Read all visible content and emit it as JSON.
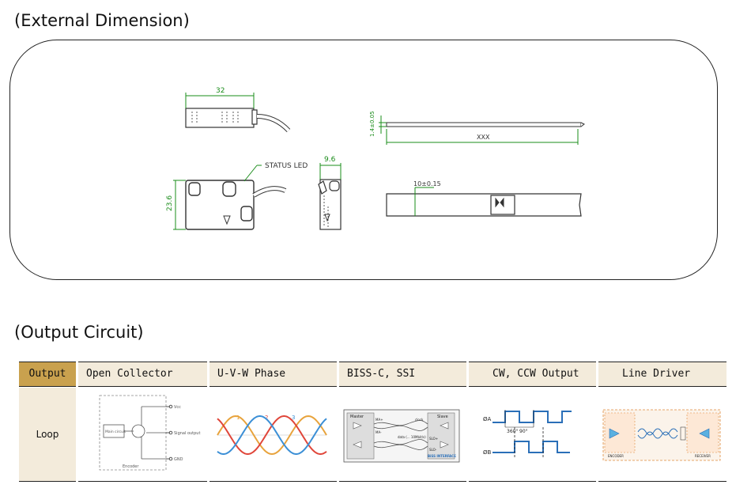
{
  "headings": {
    "external": "(External Dimension)",
    "output": "(Output Circuit)"
  },
  "drawing": {
    "dim_32": "32",
    "dim_23_6": "23.6",
    "dim_9_6": "9.6",
    "status_led": "STATUS LED",
    "dim_1_4": "1.4±0.05",
    "dim_xxx": "XXX",
    "dim_10": "10±0.15"
  },
  "table": {
    "header_first": "Output",
    "row_first": "Loop",
    "columns": [
      "Open Collector",
      "U-V-W Phase",
      "BISS-C, SSI",
      "CW, CCW Output",
      "Line Driver"
    ]
  },
  "open_collector": {
    "vcc": "Vcc",
    "signal": "Signal output",
    "gnd": "GND",
    "main": "Main circuit",
    "encoder": "Encoder"
  },
  "uvw": {
    "p1": "1",
    "p2": "2",
    "p3": "3"
  },
  "biss": {
    "master": "Master",
    "slave": "Slave",
    "ma_plus": "MA+",
    "ma_minus": "MA-",
    "slo_plus": "SLO+",
    "slo_minus": "SLO-",
    "clock": "clock",
    "data": "data (... 10Mbit/s)",
    "logo": "BiSS INTERFACE"
  },
  "cwccw": {
    "a": "ØA",
    "b": "ØB",
    "d360": "360°",
    "d90": "90°"
  },
  "line_driver": {
    "encoder": "ENCODER",
    "receiver": "RECEIVER"
  },
  "colors": {
    "header_accent": "#c9a14e",
    "header_bg": "#f3ebdb",
    "dim_green": "#1a8c1a",
    "phase1": "#e8a33c",
    "phase2": "#e0463a",
    "phase3": "#3b8fd6"
  }
}
